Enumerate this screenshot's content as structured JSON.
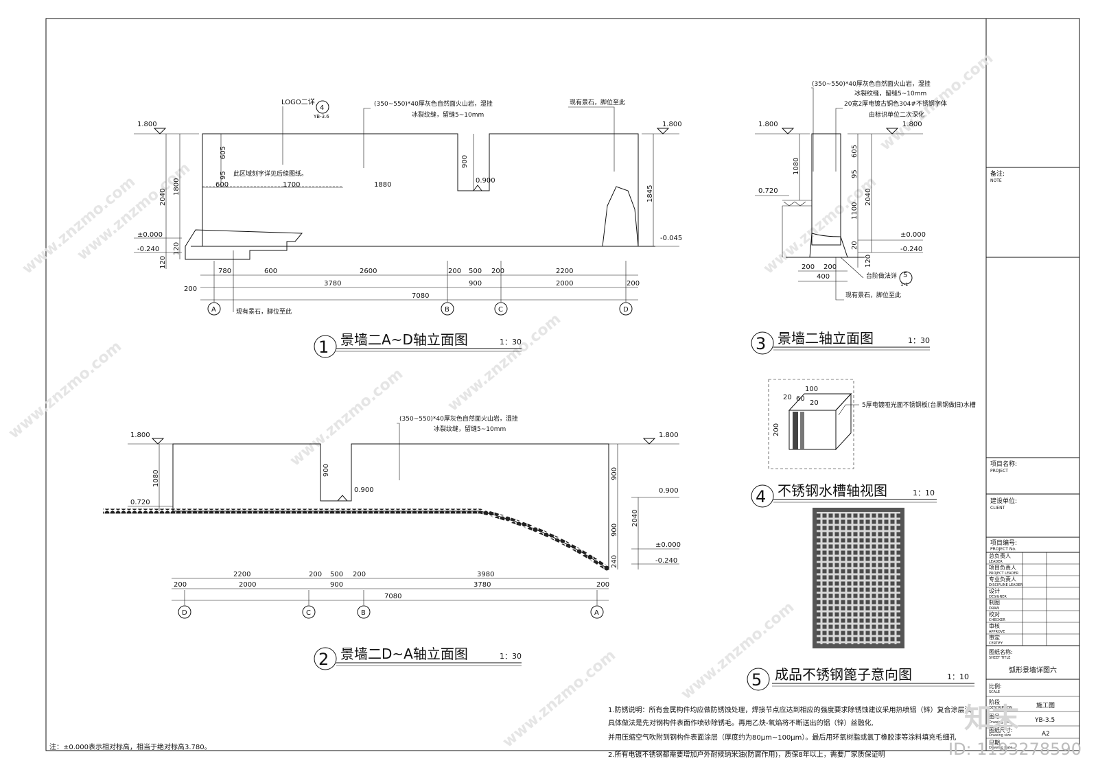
{
  "drawings": {
    "d1": {
      "num": "1",
      "title": "景墙二A~D轴立面图",
      "scale": "1：30",
      "note_logo": "LOGO二详",
      "detail_ref_num": "4",
      "detail_ref_sheet": "YB-3.6",
      "note_stone_1": "(350~550)*40厚灰色自然面火山岩，湿挂",
      "note_stone_2": "冰裂纹缝，留缝5~10mm",
      "note_rock_top": "现有景石，脚位至此",
      "note_rock_bottom": "现有景石，脚位至此",
      "note_logo_band": "此区域刻字详见后续图纸。",
      "levels": {
        "top_left": "1.800",
        "top_right": "1.800",
        "zero": "±0.000",
        "neg": "-0.240",
        "step": "0.900",
        "neg_right": "-0.045"
      },
      "vert_dims": {
        "d2040": "2040",
        "d1800": "1800",
        "d120a": "120",
        "d120b": "120",
        "d605": "605",
        "d95": "95",
        "d900": "900",
        "d1845": "1845"
      },
      "inner_dims": {
        "d600": "600",
        "d1700": "1700",
        "d1880": "1880"
      },
      "dims_row1": [
        "780",
        "600",
        "2600",
        "200",
        "500",
        "200",
        "2200"
      ],
      "dims_row2": [
        "200",
        "3780",
        "900",
        "2000",
        "200"
      ],
      "dims_total": "7080",
      "axes": [
        "A",
        "B",
        "C",
        "D"
      ]
    },
    "d2": {
      "num": "2",
      "title": "景墙二D~A轴立面图",
      "scale": "1：30",
      "note_stone_1": "(350~550)*40厚灰色自然面火山岩，湿挂",
      "note_stone_2": "冰裂纹缝，留缝5~10mm",
      "levels": {
        "top_left": "1.800",
        "top_right": "1.800",
        "left": "0.720",
        "step": "0.900",
        "right_mid": "0.900",
        "zero": "±0.000",
        "neg": "-0.240"
      },
      "vert_dims": {
        "d1080": "1080",
        "d900a": "900",
        "d900b": "900",
        "d900c": "900",
        "d2040": "2040",
        "d240": "240"
      },
      "dims_row1": [
        "2200",
        "200",
        "500",
        "200",
        "3980"
      ],
      "dims_row2": [
        "200",
        "2000",
        "900",
        "3780",
        "200"
      ],
      "dims_total": "7080",
      "axes": [
        "D",
        "C",
        "B",
        "A"
      ]
    },
    "d3": {
      "num": "3",
      "title": "景墙二轴立面图",
      "scale": "1：30",
      "note_1": "(350~550)*40厚灰色自然面火山岩，湿挂",
      "note_2": "冰裂纹缝，留缝5~10mm",
      "note_3": "20宽2厚电镀古铜色304#不锈钢字体",
      "note_4": "由标识单位二次深化",
      "note_bottom_1": "台阶做法详",
      "note_bottom_2": "现有景石，脚位至此",
      "ref_num": "5",
      "ref_sheet": "1-1",
      "levels": {
        "top_left": "1.800",
        "top_right": "1.800",
        "left": "0.720",
        "zero": "±0.000",
        "neg": "-0.240"
      },
      "vert_dims": {
        "d1080": "1080",
        "d605": "605",
        "d95": "95",
        "d2040": "2040",
        "d1100": "1100",
        "d120": "120",
        "d20": "20"
      },
      "dims": [
        "200",
        "200",
        "400"
      ]
    },
    "d4": {
      "num": "4",
      "title": "不锈钢水槽轴视图",
      "scale": "1：10",
      "note": "5厚电镀哑光面不锈钢板(台黑钢做旧)水槽",
      "dims": [
        "100",
        "20",
        "60",
        "20",
        "200"
      ]
    },
    "d5": {
      "num": "5",
      "title": "成品不锈钢篦子意向图",
      "scale": "1：10"
    }
  },
  "notes": {
    "line1": "1.防锈说明：所有金属构件均应做防锈蚀处理，焊接节点应达到相应的强度要求除锈蚀建议采用热喷铝（锌）复合涂层法",
    "line2": "具体做法是先对钢构件表面作喷砂除锈毛。再用乙炔-氧焰将不断送出的铝（锌）丝融化,",
    "line3": "并用压缩空气吹附到钢构件表面涂层（厚度约为80μm~100μm）。最后用环氧树脂或氯丁橡胶漆等涂料填充毛细孔",
    "line4": "2.所有电镀不锈钢都需要增加户外耐候纳米油(防腐作用)，质保8年以上，需要厂家质保证明",
    "footnote": "注：±0.000表示相对标高，相当于绝对标高3.780。"
  },
  "title_block": {
    "note_cn": "备注:",
    "note_en": "NOTE",
    "project_cn": "项目名称:",
    "project_en": "PROJECT",
    "client_cn": "建设单位:",
    "client_en": "CLIENT",
    "project_no_cn": "项目编号:",
    "project_no_en": "PROJECT No.",
    "rows": [
      {
        "cn": "总负责人",
        "en": "LEADER"
      },
      {
        "cn": "项目负责人",
        "en": "PROJECT LEADER"
      },
      {
        "cn": "专业负责人",
        "en": "DISCIPLINE LEADER"
      },
      {
        "cn": "设计",
        "en": "DESIGNER"
      },
      {
        "cn": "制图",
        "en": "DRAW"
      },
      {
        "cn": "校对",
        "en": "CHECKER"
      },
      {
        "cn": "审核",
        "en": "APPROVE"
      },
      {
        "cn": "审定",
        "en": "CERTIFY"
      }
    ],
    "sheet_title_cn": "图纸名称:",
    "sheet_title_en": "SHEET TITLE",
    "sheet_title": "弧形景墙详图六",
    "scale_cn": "比例:",
    "scale_en": "SCALE",
    "stage_cn": "阶段",
    "stage_en": "DESCRIPTION",
    "stage_value": "施工图",
    "drawing_no_cn": "图号",
    "drawing_no_en": "Drawing No.",
    "drawing_no": "YB-3.5",
    "size_cn": "图纸尺寸:",
    "size_en": "Drawing size",
    "size_value": "A2",
    "date_cn": "日期",
    "date_en": "Drawing Date"
  },
  "watermark": {
    "site": "www.znzmo.com",
    "brand": "知末",
    "id_text": "ID: 1193278590"
  }
}
